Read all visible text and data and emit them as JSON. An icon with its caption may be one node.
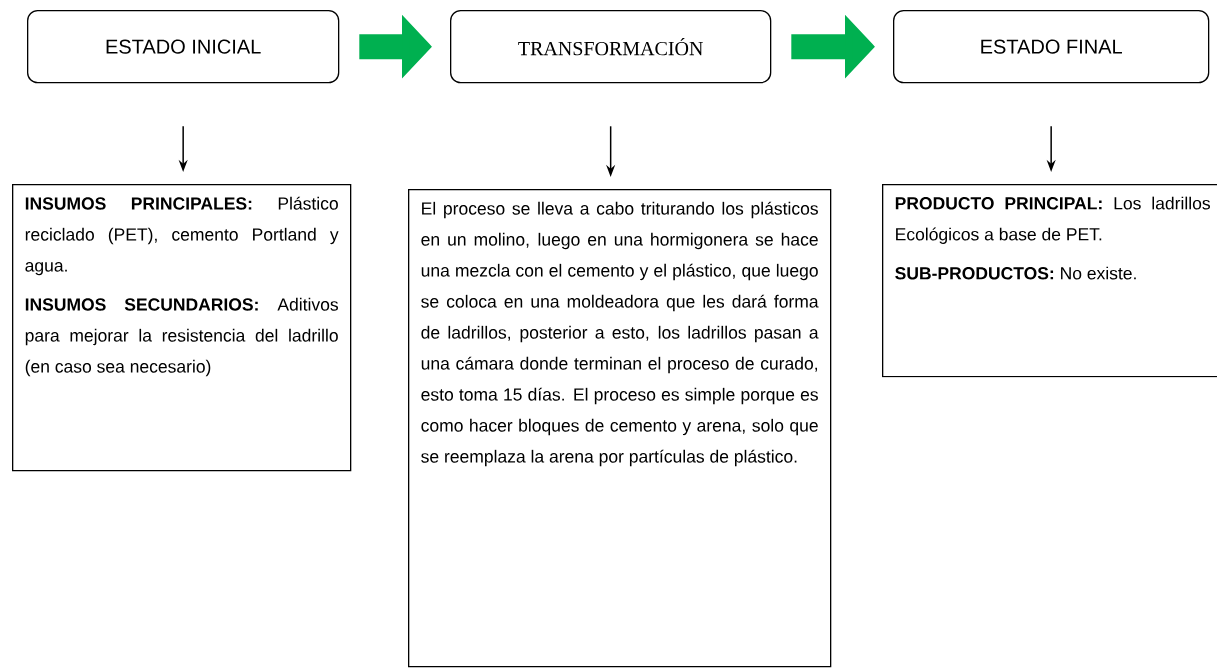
{
  "diagram": {
    "nodes": [
      {
        "text": [
          "ESTADO INICIAL"
        ]
      },
      {
        "text": [
          "TRANSFORMACIÓN"
        ]
      },
      {
        "text": [
          "ESTADO FINAL"
        ]
      },
      {
        "text": [
          "**INSUMOS PRINCIPALES:** Plástico reciclado (PET), cemento Portland y agua.",
          "**INSUMOS SECUNDARIOS:** Aditivos para mejorar la resistencia del ladrillo (en caso sea necesario)"
        ]
      },
      {
        "text": [
          "El proceso se lleva a cabo triturando los plásticos en un molino, luego en una hormigonera se hace una mezcla con el cemento y el plástico, que luego se coloca en una moldeadora que les dará forma de ladrillos, posterior a esto, los ladrillos pasan a una cámara donde terminan el proceso de curado, esto toma 15 días. El proceso es simple porque es como hacer bloques de cemento y arena, solo que se reemplaza la arena por partículas de plástico."
        ]
      },
      {
        "text": [
          "**PRODUCTO PRINCIPAL:** Los ladrillos Ecológicos a base de PET.",
          "**SUB-PRODUCTOS:** No existe."
        ]
      }
    ],
    "edges": [
      {
        "from": 0,
        "to": 1,
        "arrow": "to",
        "style": "thick",
        "color": "#00b050"
      },
      {
        "from": 1,
        "to": 2,
        "arrow": "to",
        "style": "thick",
        "color": "#00b050"
      },
      {
        "from": 0,
        "to": 3,
        "arrow": "to"
      },
      {
        "from": 1,
        "to": 4,
        "arrow": "to"
      },
      {
        "from": 2,
        "to": 5,
        "arrow": "to"
      }
    ]
  }
}
